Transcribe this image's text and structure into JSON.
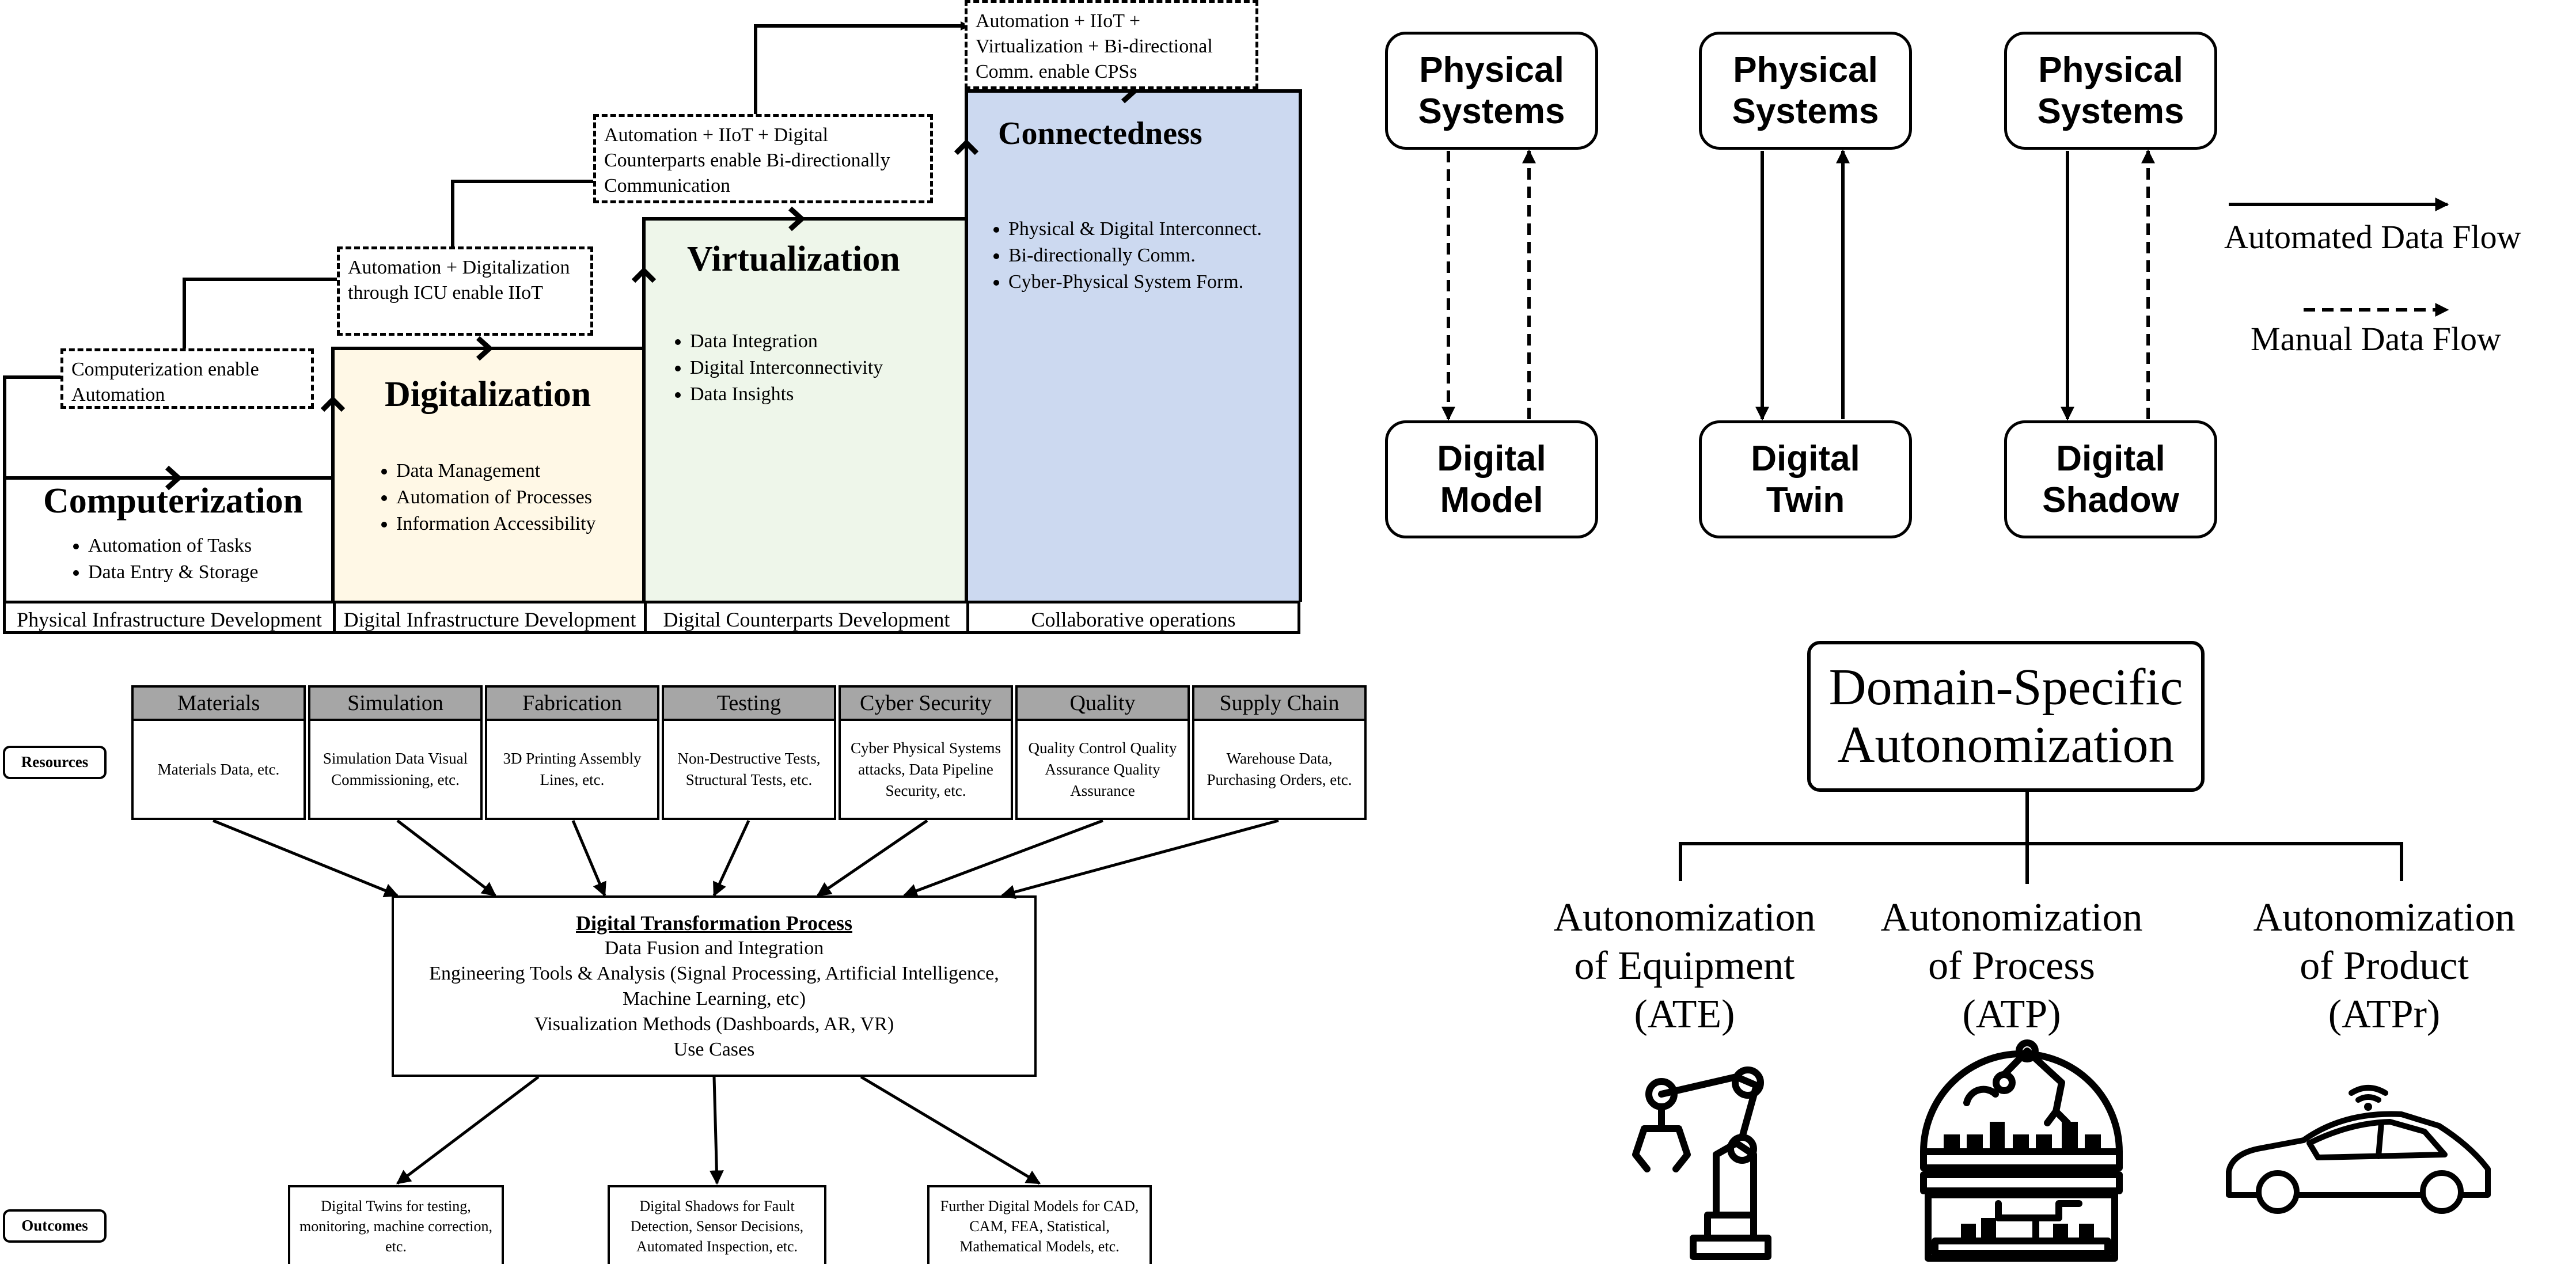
{
  "evolution": {
    "stages": [
      {
        "title": "Computerization",
        "bullets": [
          "Automation of Tasks",
          "Data Entry & Storage"
        ],
        "color": "#ffffff"
      },
      {
        "title": "Digitalization",
        "bullets": [
          "Data Management",
          "Automation of Processes",
          "Information Accessibility"
        ],
        "color": "#fff8e6"
      },
      {
        "title": "Virtualization",
        "bullets": [
          "Data Integration",
          "Digital Interconnectivity",
          "Data Insights"
        ],
        "color": "#eef6ea"
      },
      {
        "title": "Connectedness",
        "bullets": [
          "Physical & Digital Interconnect.",
          "Bi-directionally Comm.",
          "Cyber-Physical System Form."
        ],
        "color": "#ccd9f0"
      }
    ],
    "enablers": [
      "Computerization enable Automation",
      "Automation + Digitalization through ICU enable IIoT",
      "Automation + IIoT + Digital Counterparts enable Bi-directionally Communication",
      "Automation + IIoT + Virtualization + Bi-directional Comm. enable CPSs"
    ],
    "footer": [
      "Physical Infrastructure Development",
      "Digital Infrastructure Development",
      "Digital Counterparts Development",
      "Collaborative operations"
    ]
  },
  "transformation": {
    "resources_label": "Resources",
    "outcomes_label": "Outcomes",
    "columns": [
      {
        "header": "Materials",
        "body": "Materials Data, etc."
      },
      {
        "header": "Simulation",
        "body": "Simulation Data Visual Commissioning, etc."
      },
      {
        "header": "Fabrication",
        "body": "3D Printing Assembly Lines, etc."
      },
      {
        "header": "Testing",
        "body": "Non-Destructive Tests, Structural Tests, etc."
      },
      {
        "header": "Cyber Security",
        "body": "Cyber Physical Systems attacks, Data Pipeline Security, etc."
      },
      {
        "header": "Quality",
        "body": "Quality Control Quality Assurance Quality Assurance"
      },
      {
        "header": "Supply Chain",
        "body": "Warehouse Data, Purchasing Orders, etc."
      }
    ],
    "process": {
      "title": "Digital Transformation Process",
      "lines": [
        "Data Fusion and Integration",
        "Engineering Tools & Analysis (Signal Processing, Artificial Intelligence, Machine Learning, etc)",
        "Visualization Methods (Dashboards, AR, VR)",
        "Use Cases"
      ]
    },
    "outcomes": [
      "Digital Twins for testing, monitoring, machine correction, etc.",
      "Digital Shadows for Fault Detection, Sensor Decisions, Automated Inspection, etc.",
      "Further Digital Models for CAD, CAM, FEA, Statistical, Mathematical Models, etc."
    ]
  },
  "data_flow": {
    "groups": [
      {
        "top": [
          "Physical",
          "Systems"
        ],
        "bottom": [
          "Digital",
          "Model"
        ],
        "down": "manual",
        "up": "manual"
      },
      {
        "top": [
          "Physical",
          "Systems"
        ],
        "bottom": [
          "Digital",
          "Twin"
        ],
        "down": "automated",
        "up": "automated"
      },
      {
        "top": [
          "Physical",
          "Systems"
        ],
        "bottom": [
          "Digital",
          "Shadow"
        ],
        "down": "automated",
        "up": "manual"
      }
    ],
    "legend": {
      "automated": "Automated Data Flow",
      "manual": "Manual Data Flow"
    }
  },
  "autonomization": {
    "root": [
      "Domain-Specific",
      "Autonomization"
    ],
    "branches": [
      {
        "lines": [
          "Autonomization",
          "of Equipment",
          "(ATE)"
        ],
        "icon": "robot-arm-icon"
      },
      {
        "lines": [
          "Autonomization",
          "of Process",
          "(ATP)"
        ],
        "icon": "robotic-process-dome-icon"
      },
      {
        "lines": [
          "Autonomization",
          "of Product",
          "(ATPr)"
        ],
        "icon": "connected-car-icon"
      }
    ]
  }
}
